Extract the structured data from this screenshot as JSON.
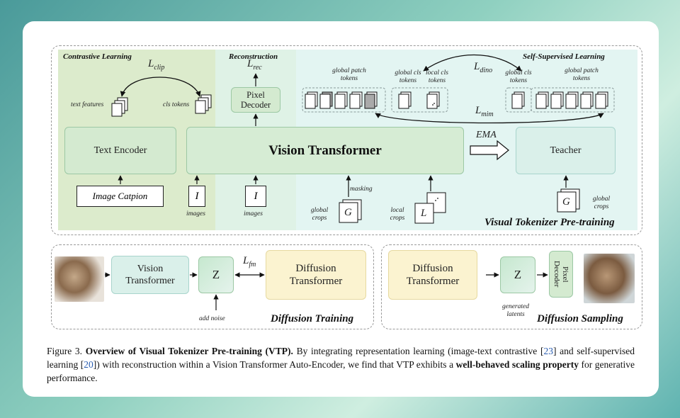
{
  "top_panel": {
    "contrastive": {
      "title": "Contrastive Learning",
      "loss": "L",
      "loss_sub": "clip",
      "text_features": "text features",
      "cls_tokens": "cls tokens",
      "text_encoder": "Text Encoder",
      "image_caption": "Image Catpion"
    },
    "reconstruction": {
      "title": "Reconstruction",
      "loss": "L",
      "loss_sub": "rec",
      "pixel_decoder": "Pixel Decoder",
      "input_symbol": "I",
      "images": "images"
    },
    "self_supervised": {
      "title": "Self-Supervised Learning",
      "loss_dino": "L",
      "loss_dino_sub": "dino",
      "loss_mim": "L",
      "loss_mim_sub": "mim",
      "global_patch_tokens": "global patch tokens",
      "global_cls_tokens": "global cls tokens",
      "local_cls_tokens": "local cls tokens",
      "teacher_global_cls": "global cls tokens",
      "teacher_global_patch": "global patch tokens",
      "masking": "masking",
      "global_crops": "global crops",
      "local_crops": "local crops",
      "G": "G",
      "L_symbol": "L",
      "ema": "EMA",
      "teacher": "Teacher",
      "teacher_crops": "global crops"
    },
    "vision_transformer": "Vision Transformer",
    "images_left": "images",
    "input_left": "I",
    "pretrain_title": "Visual Tokenizer Pre-training"
  },
  "diffusion_training": {
    "vision_transformer": "Vision Transformer",
    "z": "Z",
    "loss": "L",
    "loss_sub": "fm",
    "diffusion_transformer": "Diffusion Transformer",
    "add_noise": "add noise",
    "title": "Diffusion Training"
  },
  "diffusion_sampling": {
    "diffusion_transformer": "Diffusion Transformer",
    "z": "Z",
    "generated_latents": "generated latents",
    "pixel_decoder": "Pixel Decoder",
    "title": "Diffusion Sampling"
  },
  "caption": {
    "fig": "Figure 3.",
    "bold_title": "Overview of Visual Tokenizer Pre-training (VTP).",
    "text1": "By integrating representation learning (image-text contrastive [",
    "ref1": "23",
    "text2": "] and self-supervised learning [",
    "ref2": "20",
    "text3": "]) with reconstruction within a Vision Transformer Auto-Encoder, we find that VTP exhibits a",
    "bold2": "well-behaved scaling property",
    "text4": "for generative performance."
  },
  "colors": {
    "contrastive_bg": "#dcebcc",
    "reconstruction_bg": "#dff2e6",
    "ssl_bg": "#e3f5f2",
    "green_box": "#d4ead0",
    "diffusion_box": "#fbf3d0",
    "z_box": "#cfe9d8"
  }
}
